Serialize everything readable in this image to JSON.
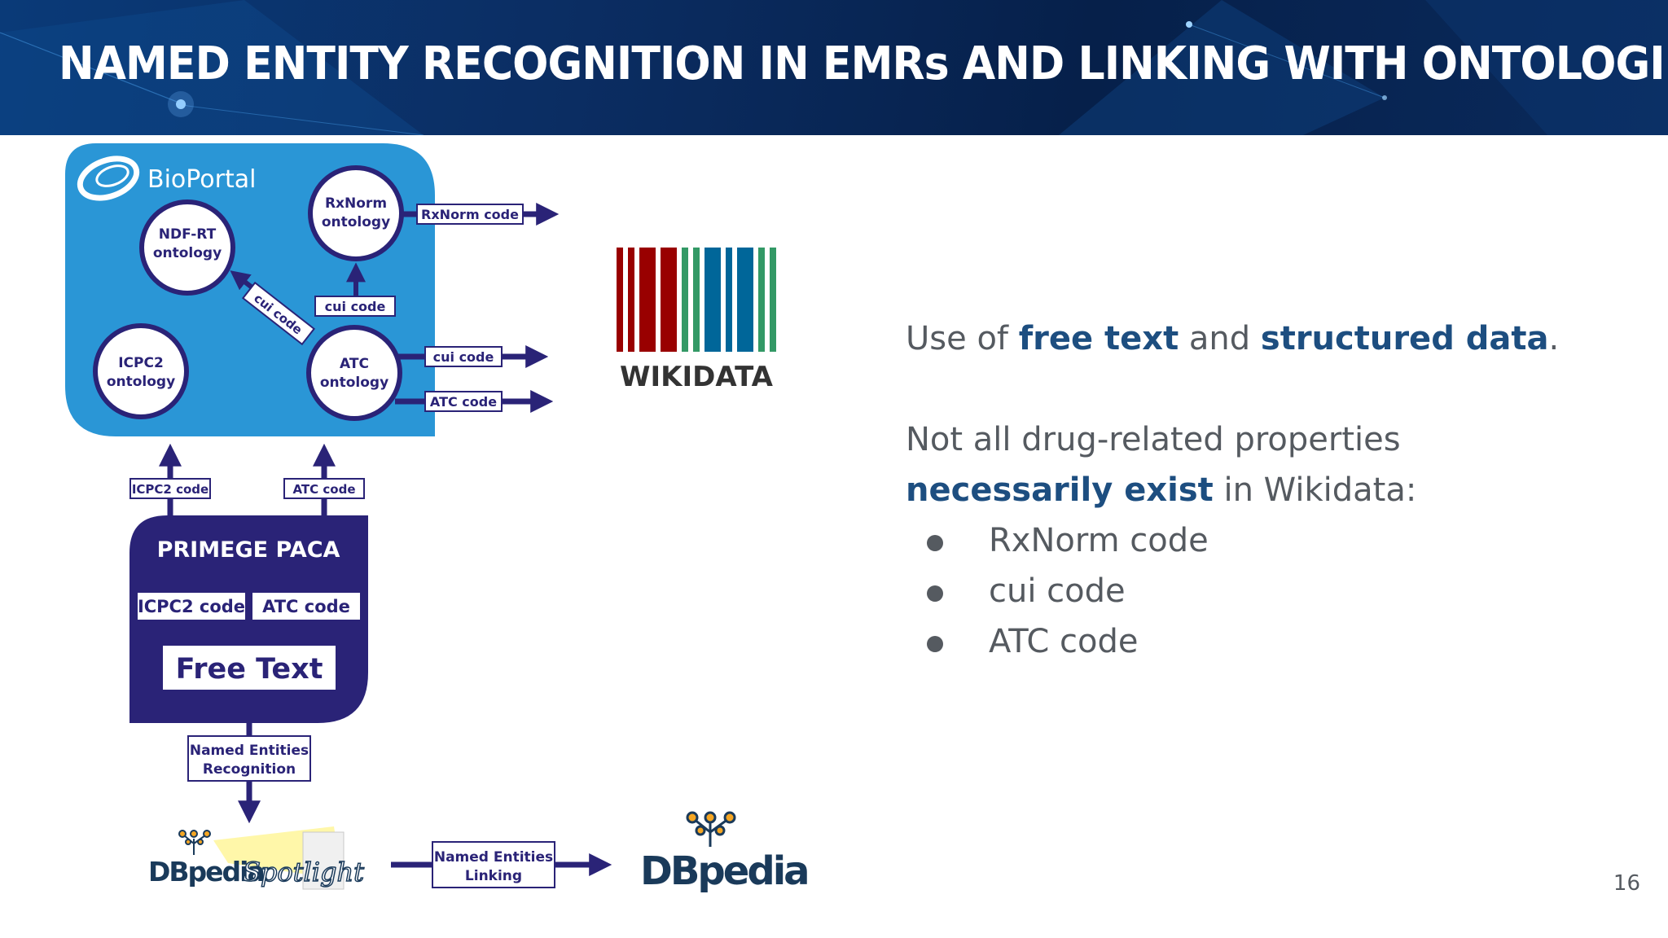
{
  "header": {
    "title": "NAMED ENTITY RECOGNITION IN EMRs AND LINKING WITH ONTOLOGIES"
  },
  "diagram": {
    "bioportal_label": "BioPortal",
    "ontologies": {
      "ndf_rt": [
        "NDF-RT",
        "ontology"
      ],
      "rxnorm": [
        "RxNorm",
        "ontology"
      ],
      "icpc2": [
        "ICPC2",
        "ontology"
      ],
      "atc": [
        "ATC",
        "ontology"
      ]
    },
    "edge_labels": {
      "rxnorm_code": "RxNorm code",
      "cui_code_up": "cui code",
      "cui_code_diag": "cui code",
      "cui_code_out": "cui code",
      "atc_code_out": "ATC code",
      "icpc2_code_in": "ICPC2 code",
      "atc_code_in": "ATC code"
    },
    "primege": {
      "title": "PRIMEGE PACA",
      "icpc2_code": "ICPC2 code",
      "atc_code": "ATC code",
      "free_text": "Free Text"
    },
    "ner_label": [
      "Named Entities",
      "Recognition"
    ],
    "nel_label": [
      "Named Entities",
      "Linking"
    ],
    "spotlight_logo": {
      "db": "DBpedia",
      "spot": "Spotlight"
    },
    "dbpedia_logo": "DBpedia",
    "colors": {
      "bioportal_blue": "#2a96d6",
      "navy": "#2a2377"
    }
  },
  "wikidata": {
    "wordmark": "WIKIDATA"
  },
  "content": {
    "para1": {
      "a": "Use of ",
      "b": "free text",
      "c": " and ",
      "d": "structured data",
      "e": "."
    },
    "para2": {
      "a": "Not all drug-related properties ",
      "b": "necessarily exist",
      "c": " in Wikidata:"
    },
    "bullets": [
      "RxNorm code",
      "cui code",
      "ATC code"
    ]
  },
  "page_number": "16"
}
